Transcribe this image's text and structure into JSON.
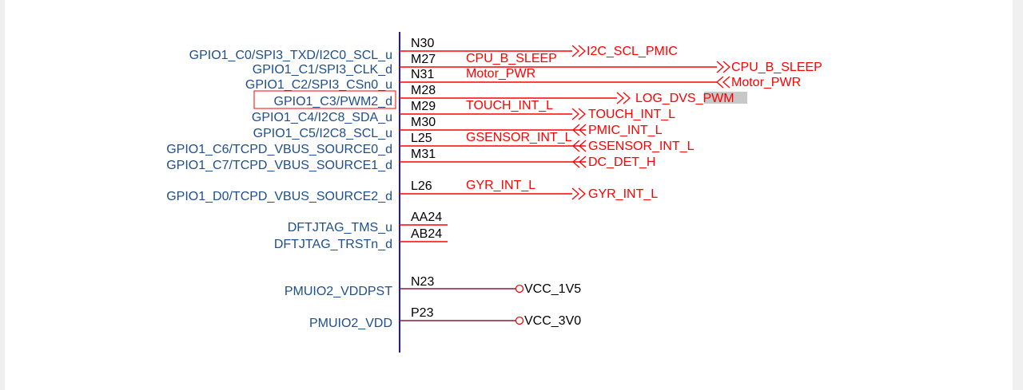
{
  "pins": [
    {
      "label": "GPIO1_C0/SPI3_TXD/I2C0_SCL_u",
      "num": "N30"
    },
    {
      "label": "GPIO1_C1/SPI3_CLK_d",
      "num": "M27",
      "net": "CPU_B_SLEEP"
    },
    {
      "label": "GPIO1_C2/SPI3_CSn0_u",
      "num": "N31",
      "net": "Motor_PWR"
    },
    {
      "label": "GPIO1_C3/PWM2_d",
      "num": "M28"
    },
    {
      "label": "GPIO1_C4/I2C8_SDA_u",
      "num": "M29",
      "net": "TOUCH_INT_L"
    },
    {
      "label": "GPIO1_C5/I2C8_SCL_u",
      "num": "M30"
    },
    {
      "label": "GPIO1_C6/TCPD_VBUS_SOURCE0_d",
      "num": "L25",
      "net": "GSENSOR_INT_L"
    },
    {
      "label": "GPIO1_C7/TCPD_VBUS_SOURCE1_d",
      "num": "M31"
    },
    {
      "label": "GPIO1_D0/TCPD_VBUS_SOURCE2_d",
      "num": "L26",
      "net": "GYR_INT_L"
    },
    {
      "label": "DFTJTAG_TMS_u",
      "num": "AA24"
    },
    {
      "label": "DFTJTAG_TRSTn_d",
      "num": "AB24"
    },
    {
      "label": "PMUIO2_VDDPST",
      "num": "N23"
    },
    {
      "label": "PMUIO2_VDD",
      "num": "P23"
    }
  ],
  "net_flags": [
    "I2C_SCL_PMIC",
    "CPU_B_SLEEP",
    "Motor_PWR",
    "LOG_DVS_PWM",
    "TOUCH_INT_L",
    "PMIC_INT_L",
    "GSENSOR_INT_L",
    "DC_DET_H",
    "GYR_INT_L"
  ],
  "power_nets": [
    "VCC_1V5",
    "VCC_3V0"
  ],
  "colors": {
    "pin_label": "#1f4e8c",
    "wire": "#ff0000",
    "body_line": "#1a1acc",
    "power_wire": "#8b1a3a"
  }
}
